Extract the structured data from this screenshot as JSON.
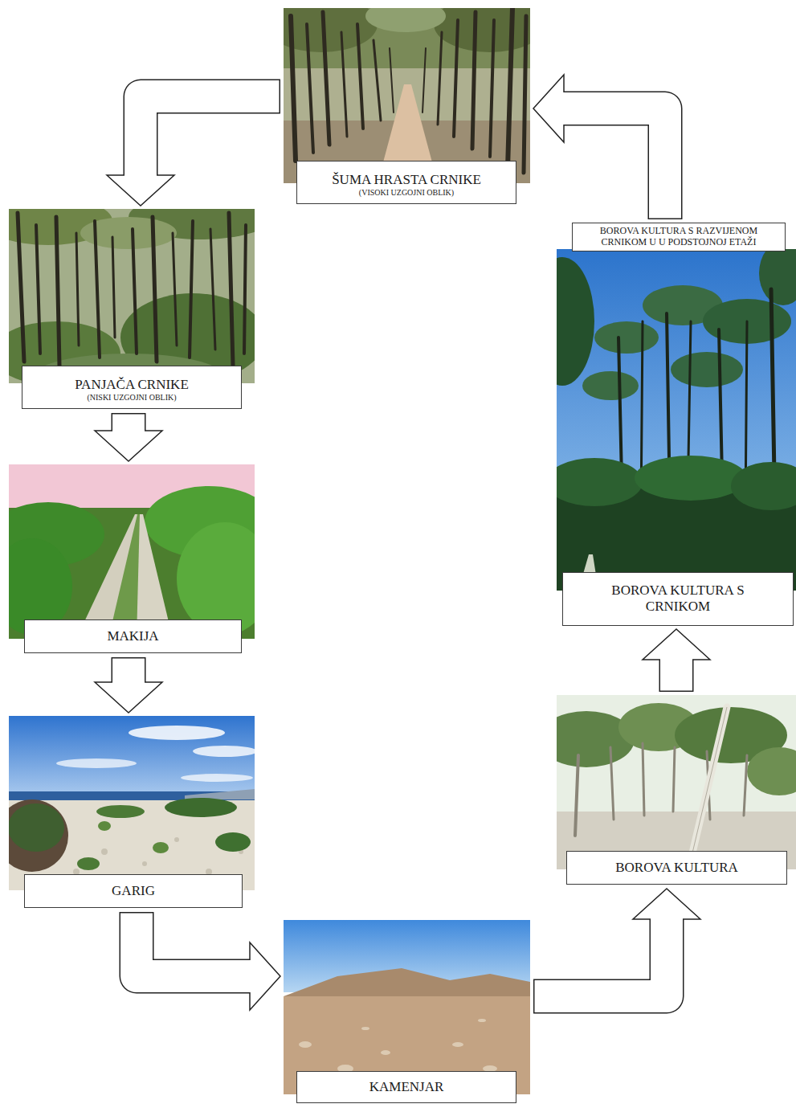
{
  "diagram": {
    "nodes": [
      {
        "text": [
          "ŠUMA HRASTA CRNIKE",
          "(VISOKI UZGOJNI OBLIK)"
        ]
      },
      {
        "text": [
          "PANJAČA CRNIKE",
          "(NISKI UZGOJNI OBLIK)"
        ]
      },
      {
        "text": [
          "MAKIJA"
        ]
      },
      {
        "text": [
          "GARIG"
        ]
      },
      {
        "text": [
          "KAMENJAR"
        ]
      },
      {
        "text": [
          "BOROVA KULTURA"
        ]
      },
      {
        "text": [
          "BOROVA KULTURA S RAZVIJENOM CRNIKOM U U PODSTOJNOJ ETAŽI",
          "BOROVA KULTURA S CRNIKOM"
        ]
      }
    ],
    "edges": [
      {
        "from": 0,
        "to": 1,
        "arrow": "to"
      },
      {
        "from": 1,
        "to": 2,
        "arrow": "to"
      },
      {
        "from": 2,
        "to": 3,
        "arrow": "to"
      },
      {
        "from": 3,
        "to": 4,
        "arrow": "to"
      },
      {
        "from": 4,
        "to": 5,
        "arrow": "to"
      },
      {
        "from": 5,
        "to": 6,
        "arrow": "to"
      },
      {
        "from": 6,
        "to": 0,
        "arrow": "to"
      }
    ]
  }
}
